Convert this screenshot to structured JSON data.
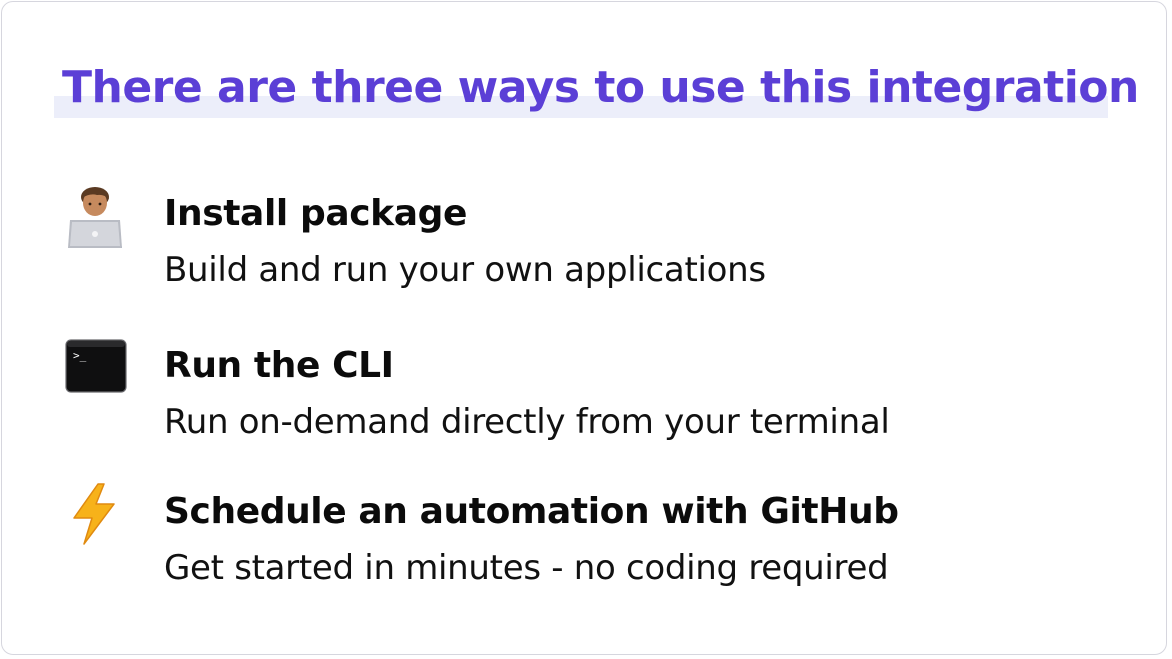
{
  "title": "There are three ways to use this integration",
  "options": [
    {
      "icon": "technologist-laptop-icon",
      "heading": "Install package",
      "description": "Build and run your own applications"
    },
    {
      "icon": "terminal-icon",
      "heading": "Run the CLI",
      "description": "Run on-demand directly from your terminal"
    },
    {
      "icon": "lightning-bolt-icon",
      "heading": "Schedule an automation with GitHub",
      "description": "Get started in minutes - no coding required"
    }
  ],
  "colors": {
    "title": "#5b3fd6",
    "title_highlight": "#eceefa",
    "text": "#0b0b0b",
    "lightning": "#f7b21a"
  }
}
